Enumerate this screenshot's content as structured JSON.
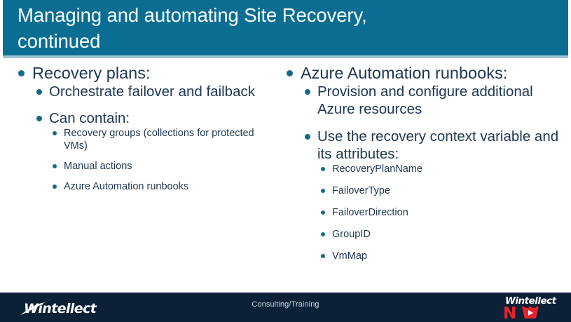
{
  "slide": {
    "title": "Managing and automating Site Recovery,\ncontinued",
    "colors": {
      "title_band": "#0a6e92",
      "title_underline": "#9ec4d6",
      "body_text": "#1d3651",
      "bullet": "#15698c",
      "footer_band": "#0b2138",
      "logo_red": "#e8222a"
    },
    "left_column": [
      {
        "text": "Recovery plans:",
        "children": [
          {
            "text": "Orchestrate failover and failback",
            "children": []
          },
          {
            "text": "Can contain:",
            "children": [
              {
                "text": "Recovery groups (collections for protected VMs)"
              },
              {
                "text": "Manual actions"
              },
              {
                "text": "Azure Automation runbooks"
              }
            ]
          }
        ]
      }
    ],
    "right_column": [
      {
        "text": "Azure Automation runbooks:",
        "children": [
          {
            "text": "Provision and configure additional Azure resources",
            "children": []
          },
          {
            "text": "Use the recovery context variable and its attributes:",
            "children": [
              {
                "text": "RecoveryPlanName"
              },
              {
                "text": "FailoverType"
              },
              {
                "text": "FailoverDirection"
              },
              {
                "text": "GroupID"
              },
              {
                "text": "VmMap"
              }
            ]
          }
        ]
      }
    ],
    "footer": {
      "left_logo": "Wintellect",
      "left_logo_mark": "·",
      "center_text": "Consulting/Training",
      "right_logo_top": "Wintellect",
      "right_logo_bottom": "N W"
    }
  }
}
